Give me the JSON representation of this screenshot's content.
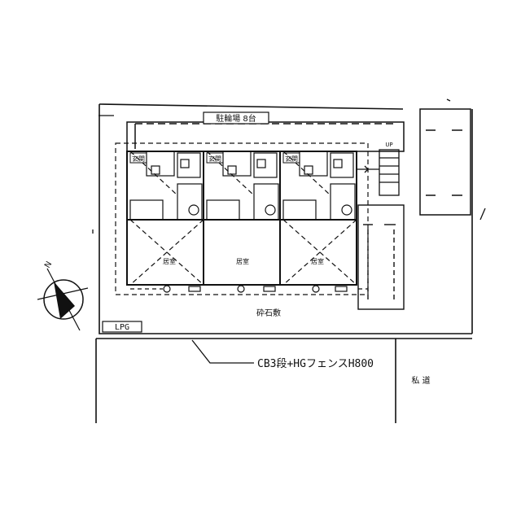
{
  "plan": {
    "bicycle_parking_label": "駐輪場 8台",
    "gravel_label": "砕石敷",
    "lpg_label": "LPG",
    "fence_label": "CB3段+HGフェンスH800",
    "private_road_label": "私 道",
    "north_label": "N",
    "stair_up_label": "UP",
    "units": [
      {
        "entrance_label": "玄関",
        "room_label": "居室"
      },
      {
        "entrance_label": "玄関",
        "room_label": "居室"
      },
      {
        "entrance_label": "玄関",
        "room_label": "居室"
      }
    ]
  }
}
